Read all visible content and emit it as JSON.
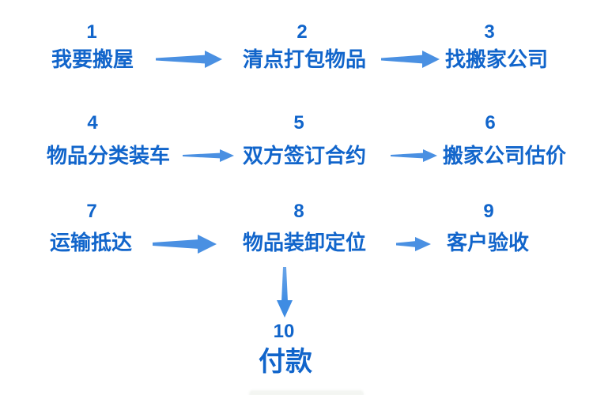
{
  "page": {
    "background_color": "#ffffff"
  },
  "flowchart": {
    "type": "process-flow",
    "language": "zh",
    "colors": {
      "step_text": "#1165cb",
      "arrow": "#4a90e2"
    },
    "steps": [
      {
        "number": "1",
        "label": "我要搬屋"
      },
      {
        "number": "2",
        "label": "清点打包物品"
      },
      {
        "number": "3",
        "label": "找搬家公司"
      },
      {
        "number": "4",
        "label": "物品分类装车"
      },
      {
        "number": "5",
        "label": "双方签订合约"
      },
      {
        "number": "6",
        "label": "搬家公司估价"
      },
      {
        "number": "7",
        "label": "运输抵达"
      },
      {
        "number": "8",
        "label": "物品装卸定位"
      },
      {
        "number": "9",
        "label": "客户验收"
      },
      {
        "number": "10",
        "label": "付款"
      }
    ],
    "connections": [
      {
        "from": "1",
        "to": "2",
        "direction": "right"
      },
      {
        "from": "2",
        "to": "3",
        "direction": "right"
      },
      {
        "from": "4",
        "to": "5",
        "direction": "right"
      },
      {
        "from": "5",
        "to": "6",
        "direction": "right"
      },
      {
        "from": "7",
        "to": "8",
        "direction": "right"
      },
      {
        "from": "8",
        "to": "9",
        "direction": "right"
      },
      {
        "from": "8",
        "to": "10",
        "direction": "down"
      }
    ]
  }
}
